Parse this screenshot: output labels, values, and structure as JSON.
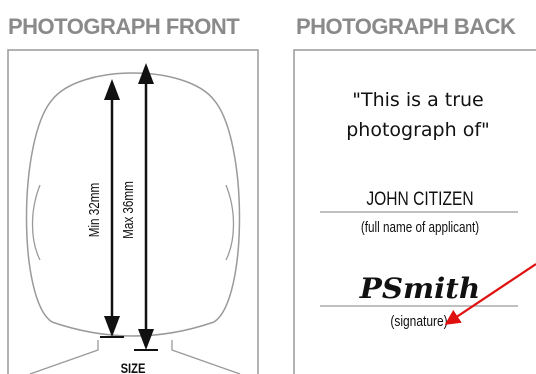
{
  "front": {
    "title": "PHOTOGRAPH FRONT",
    "min_label": "Min 32mm",
    "max_label": "Max 36mm",
    "size_label": "SIZE"
  },
  "back": {
    "title": "PHOTOGRAPH BACK",
    "quote_line1": "\"This is a true",
    "quote_line2": "photograph of\"",
    "name": "JOHN CITIZEN",
    "name_caption": "(full name of applicant)",
    "signature": "PSmith",
    "signature_caption": "(signature)"
  },
  "colors": {
    "heading": "#8a8a8a",
    "frame": "#9a9a9a",
    "ink": "#111111",
    "arrow": "#e01010"
  }
}
